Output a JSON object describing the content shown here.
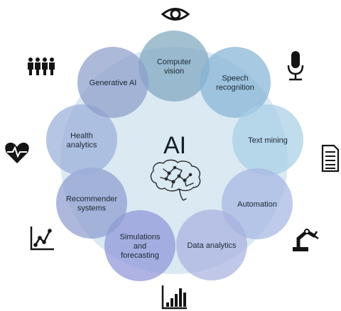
{
  "center": {
    "label": "AI"
  },
  "nodes": [
    {
      "id": "computer-vision",
      "label": [
        "Computer",
        "vision"
      ],
      "color": "#7fa7bf",
      "icon": "eye-icon"
    },
    {
      "id": "speech-recognition",
      "label": [
        "Speech",
        "recognition"
      ],
      "color": "#85b4d6",
      "icon": "microphone-icon"
    },
    {
      "id": "text-mining",
      "label": [
        "Text mining"
      ],
      "color": "#a8cfe6",
      "icon": "document-icon"
    },
    {
      "id": "automation",
      "label": [
        "Automation"
      ],
      "color": "#a6b7e2",
      "icon": "robot-arm-icon"
    },
    {
      "id": "data-analytics",
      "label": [
        "Data analytics"
      ],
      "color": "#a9b2df",
      "icon": "bar-chart-icon"
    },
    {
      "id": "simulations-and-forecasting",
      "label": [
        "Simulations",
        "and",
        "forecasting"
      ],
      "color": "#8f96d8",
      "icon": "line-chart-icon"
    },
    {
      "id": "recommender-systems",
      "label": [
        "Recommender",
        "systems"
      ],
      "color": "#8d9dcf",
      "icon": "heartbeat-icon"
    },
    {
      "id": "health-analytics",
      "label": [
        "Health",
        "analytics"
      ],
      "color": "#9aaed8",
      "icon": "people-icon"
    },
    {
      "id": "generative-ai",
      "label": [
        "Generative AI"
      ],
      "color": "#8c9ec9",
      "icon": "brain-icon"
    }
  ],
  "colors": {
    "center_fill": "#cde2ee",
    "icon_color": "#141414",
    "brain_color": "#2a2a2a"
  }
}
